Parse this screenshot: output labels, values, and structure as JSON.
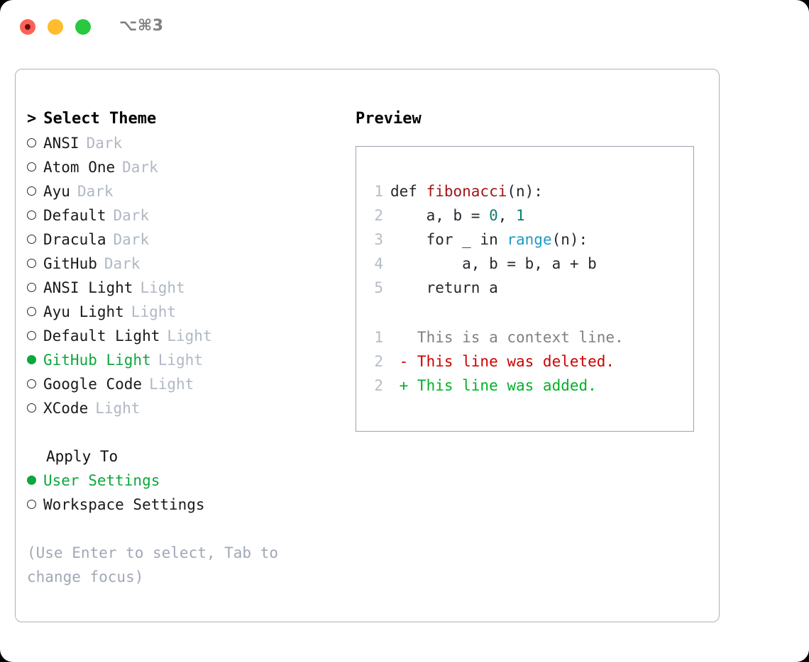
{
  "titlebar": {
    "shortcut": "⌥⌘3",
    "traffic_lights": [
      {
        "name": "close",
        "color": "#ff5f57"
      },
      {
        "name": "minimize",
        "color": "#febc2e"
      },
      {
        "name": "maximize",
        "color": "#28c840"
      }
    ]
  },
  "theme_picker": {
    "caret": ">",
    "heading": "Select Theme",
    "items": [
      {
        "name": "ANSI",
        "variant": "Dark",
        "selected": false
      },
      {
        "name": "Atom One",
        "variant": "Dark",
        "selected": false
      },
      {
        "name": "Ayu",
        "variant": "Dark",
        "selected": false
      },
      {
        "name": "Default",
        "variant": "Dark",
        "selected": false
      },
      {
        "name": "Dracula",
        "variant": "Dark",
        "selected": false
      },
      {
        "name": "GitHub",
        "variant": "Dark",
        "selected": false
      },
      {
        "name": "ANSI Light",
        "variant": "Light",
        "selected": false
      },
      {
        "name": "Ayu Light",
        "variant": "Light",
        "selected": false
      },
      {
        "name": "Default Light",
        "variant": "Light",
        "selected": false
      },
      {
        "name": "GitHub Light",
        "variant": "Light",
        "selected": true
      },
      {
        "name": "Google Code",
        "variant": "Light",
        "selected": false
      },
      {
        "name": "XCode",
        "variant": "Light",
        "selected": false
      }
    ]
  },
  "apply_to": {
    "heading": "Apply To",
    "options": [
      {
        "label": "User Settings",
        "selected": true
      },
      {
        "label": "Workspace Settings",
        "selected": false
      }
    ]
  },
  "hint": "(Use Enter to select, Tab to change focus)",
  "preview": {
    "title": "Preview",
    "code_lines": [
      {
        "num": "1",
        "tokens": [
          {
            "t": "def ",
            "c": "plain"
          },
          {
            "t": "fibonacci",
            "c": "fn"
          },
          {
            "t": "(n):",
            "c": "plain"
          }
        ]
      },
      {
        "num": "2",
        "tokens": [
          {
            "t": "    a, b = ",
            "c": "plain"
          },
          {
            "t": "0",
            "c": "num"
          },
          {
            "t": ", ",
            "c": "plain"
          },
          {
            "t": "1",
            "c": "num"
          }
        ]
      },
      {
        "num": "3",
        "tokens": [
          {
            "t": "    for _ in ",
            "c": "plain"
          },
          {
            "t": "range",
            "c": "call"
          },
          {
            "t": "(n):",
            "c": "plain"
          }
        ]
      },
      {
        "num": "4",
        "tokens": [
          {
            "t": "        a, b = b, a + b",
            "c": "plain"
          }
        ]
      },
      {
        "num": "5",
        "tokens": [
          {
            "t": "    return a",
            "c": "plain"
          }
        ]
      }
    ],
    "diff_lines": [
      {
        "num": "1",
        "marker": " ",
        "text": "This is a context line.",
        "kind": "context"
      },
      {
        "num": "2",
        "marker": "-",
        "text": "This line was deleted.",
        "kind": "del"
      },
      {
        "num": "2",
        "marker": "+",
        "text": "This line was added.",
        "kind": "add"
      }
    ]
  },
  "colors": {
    "accent_green": "#0ba83c",
    "diff_add": "#00b226",
    "diff_del": "#cc0000",
    "token_function": "#a31515",
    "token_number": "#0f7c73",
    "token_call": "#1e9ac7",
    "muted": "#b0b8c4",
    "border": "#aab2bd"
  }
}
